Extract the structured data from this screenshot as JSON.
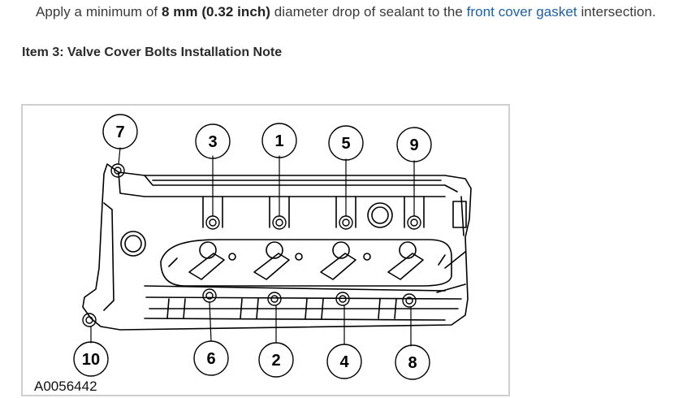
{
  "intro": {
    "prefix": "Apply a minimum of ",
    "measure": "8 mm (0.32 inch)",
    "middle": " diameter drop of sealant to the ",
    "link": "front cover gasket",
    "suffix": " intersection."
  },
  "heading": "Item 3: Valve Cover Bolts Installation Note",
  "figure": {
    "code": "A0056442",
    "callouts": [
      "7",
      "3",
      "1",
      "5",
      "9",
      "10",
      "6",
      "2",
      "4",
      "8"
    ]
  },
  "colors": {
    "link": "#1a5faa",
    "text": "#3a3a3a",
    "frame": "#cfcfcf"
  }
}
